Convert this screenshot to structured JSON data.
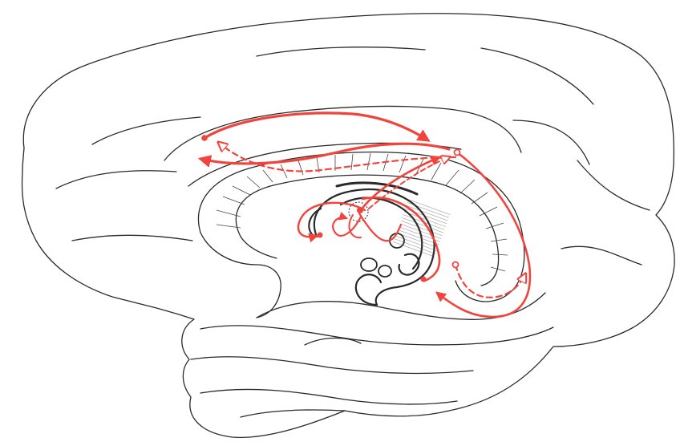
{
  "colors": {
    "background": "#ffffff",
    "outline": "#2a2a2a",
    "pathway": "#f0443c"
  },
  "icons": [
    "arrowhead-solid",
    "arrowhead-open",
    "pathway-node"
  ]
}
